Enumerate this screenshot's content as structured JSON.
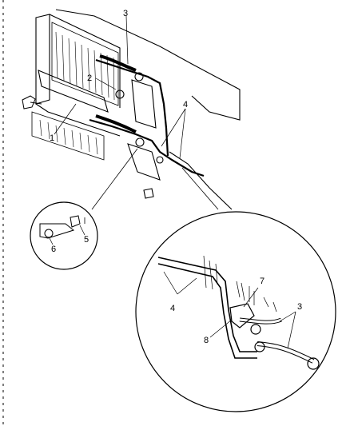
{
  "callouts": {
    "c1": "1",
    "c2": "2",
    "c3_top": "3",
    "c3_detail": "3",
    "c4_top": "4",
    "c4_detail": "4",
    "c5": "5",
    "c6": "6",
    "c7": "7",
    "c8": "8"
  }
}
